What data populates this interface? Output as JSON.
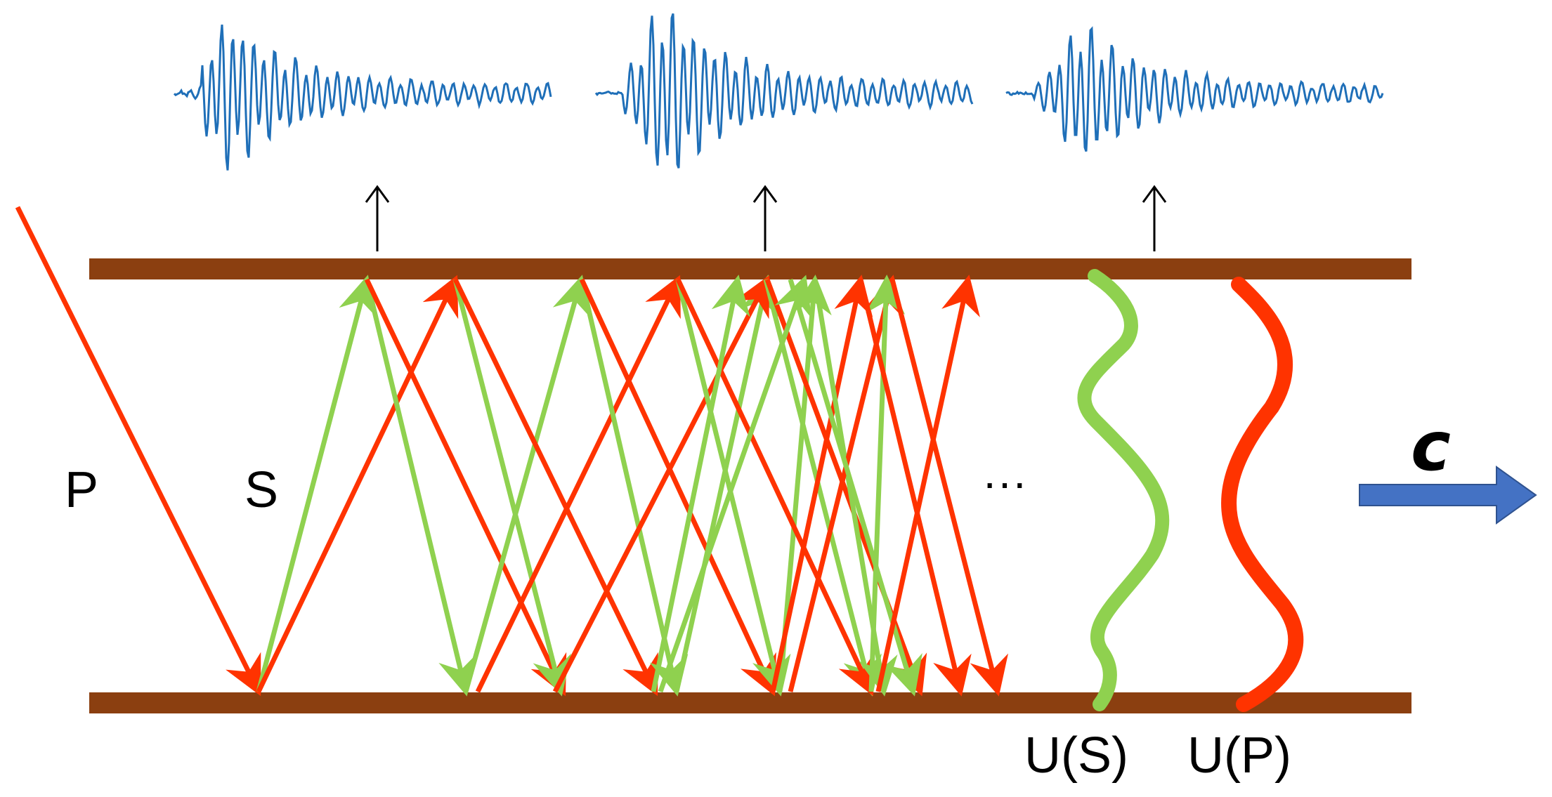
{
  "labels": {
    "p_wave": "P",
    "s_wave": "S",
    "ellipsis": "···",
    "mode_s": "U(S)",
    "mode_p": "U(P)",
    "velocity": "c"
  },
  "colors": {
    "layer": "#8B3F10",
    "p_ray": "#FF3300",
    "s_ray": "#8FD14F",
    "trace": "#1F6FB8",
    "velocity_arrow": "#4472C4",
    "receiver_arrow": "#000000"
  },
  "icons": {
    "receiver": "up-arrow-icon",
    "velocity": "right-block-arrow-icon"
  },
  "seismograms_count": 3
}
